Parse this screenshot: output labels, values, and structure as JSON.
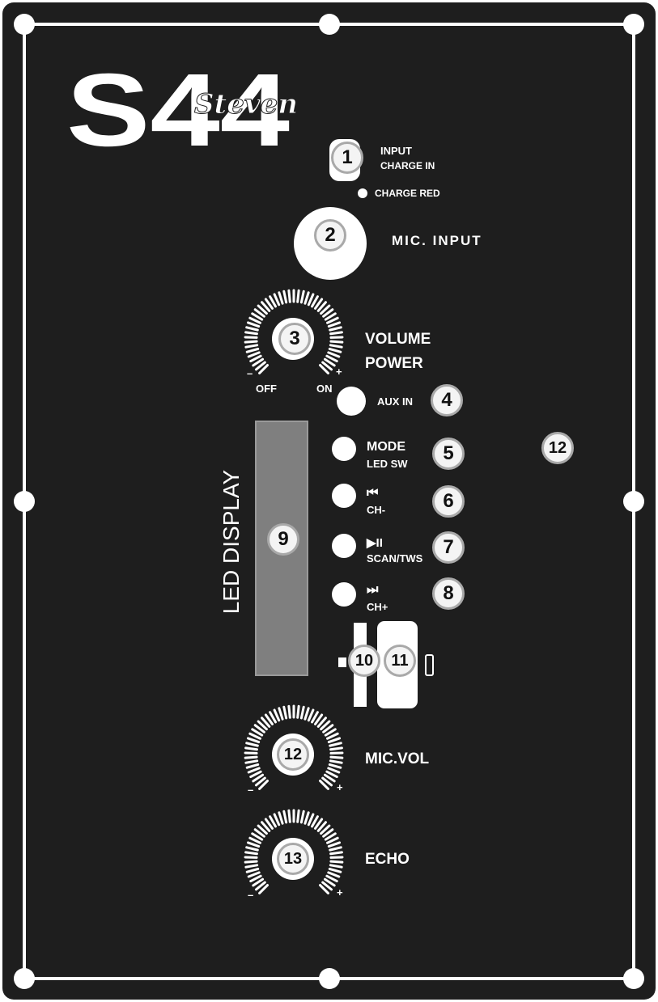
{
  "brand": {
    "model": "S44",
    "script": "Steven"
  },
  "jacks": {
    "input_title": "INPUT",
    "input_sub": "CHARGE IN",
    "charge_led": "CHARGE RED",
    "mic_input": "MIC. INPUT",
    "aux_in": "AUX IN"
  },
  "volume": {
    "title": "VOLUME",
    "sub": "POWER",
    "off": "OFF",
    "on": "ON",
    "minus": "–",
    "plus": "+"
  },
  "buttons": {
    "mode": "MODE",
    "led_sw": "LED SW",
    "prev_glyph": "⏮",
    "prev": "CH-",
    "play_glyph": "▶II",
    "play": "SCAN/TWS",
    "next_glyph": "⏭",
    "next": "CH+"
  },
  "display": {
    "label": "LED DISPLAY"
  },
  "mic_vol": {
    "title": "MIC.VOL",
    "minus": "–",
    "plus": "+"
  },
  "echo": {
    "title": "ECHO",
    "minus": "–",
    "plus": "+"
  },
  "callouts": {
    "c1": "1",
    "c2": "2",
    "c3": "3",
    "c4": "4",
    "c5": "5",
    "c6": "6",
    "c7": "7",
    "c8": "8",
    "c9": "9",
    "c10": "10",
    "c11": "11",
    "c12a": "12",
    "c12b": "12",
    "c13": "13"
  },
  "colors": {
    "panel": "#1e1e1e",
    "line": "#ffffff",
    "display": "#7f7f7f",
    "badge_border": "#a9a9a9"
  }
}
